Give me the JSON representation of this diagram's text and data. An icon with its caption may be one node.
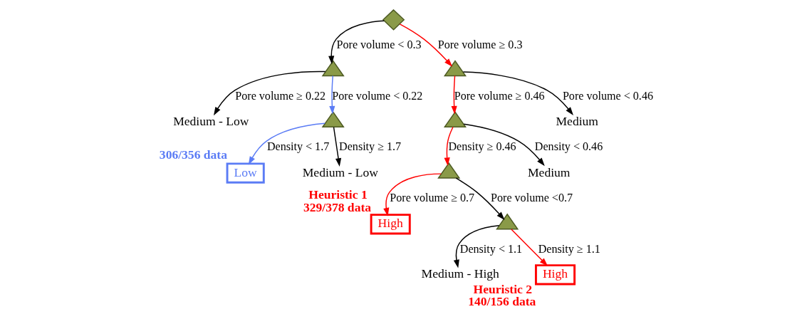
{
  "diagram": {
    "nodes": [
      {
        "text": [],
        "shape": "diamond"
      },
      {
        "text": [],
        "shape": "triangle"
      },
      {
        "text": [
          "Medium - Low"
        ]
      },
      {
        "text": [],
        "shape": "triangle"
      },
      {
        "text": [
          "Low"
        ],
        "beside": [
          "306/356 data"
        ]
      },
      {
        "text": [
          "Medium - Low"
        ]
      },
      {
        "text": [],
        "shape": "triangle"
      },
      {
        "text": [],
        "shape": "triangle"
      },
      {
        "text": [
          "Medium"
        ]
      },
      {
        "text": [],
        "shape": "triangle"
      },
      {
        "text": [
          "Medium"
        ]
      },
      {
        "text": [
          "High"
        ],
        "beside": [
          "Heuristic 1",
          "329/378 data"
        ]
      },
      {
        "text": [],
        "shape": "triangle"
      },
      {
        "text": [
          "Medium - High"
        ]
      },
      {
        "text": [
          "High"
        ],
        "beside": [
          "Heuristic 2",
          "140/156 data"
        ]
      }
    ],
    "edges": [
      {
        "from": 0,
        "to": 1,
        "arrow": "to",
        "label": "Pore volume < 0.3"
      },
      {
        "from": 0,
        "to": 6,
        "arrow": "to",
        "label": "Pore volume ≥ 0.3",
        "color": "#ff0000"
      },
      {
        "from": 1,
        "to": 2,
        "arrow": "to",
        "label": "Pore volume ≥ 0.22"
      },
      {
        "from": 1,
        "to": 3,
        "arrow": "to",
        "label": "Pore volume < 0.22",
        "color": "#5b7cf5"
      },
      {
        "from": 3,
        "to": 4,
        "arrow": "to",
        "label": "Density < 1.7",
        "color": "#5b7cf5"
      },
      {
        "from": 3,
        "to": 5,
        "arrow": "to",
        "label": "Density ≥ 1.7"
      },
      {
        "from": 6,
        "to": 7,
        "arrow": "to",
        "label": "Pore volume ≥ 0.46",
        "color": "#ff0000"
      },
      {
        "from": 6,
        "to": 8,
        "arrow": "to",
        "label": "Pore volume < 0.46"
      },
      {
        "from": 7,
        "to": 9,
        "arrow": "to",
        "label": "Density ≥ 0.46",
        "color": "#ff0000"
      },
      {
        "from": 7,
        "to": 10,
        "arrow": "to",
        "label": "Density < 0.46"
      },
      {
        "from": 9,
        "to": 11,
        "arrow": "to",
        "label": "Pore volume ≥ 0.7",
        "color": "#ff0000"
      },
      {
        "from": 9,
        "to": 12,
        "arrow": "to",
        "label": "Pore volume <0.7"
      },
      {
        "from": 12,
        "to": 13,
        "arrow": "to",
        "label": "Density < 1.1"
      },
      {
        "from": 12,
        "to": 14,
        "arrow": "to",
        "label": "Density ≥ 1.1",
        "color": "#ff0000"
      }
    ]
  }
}
